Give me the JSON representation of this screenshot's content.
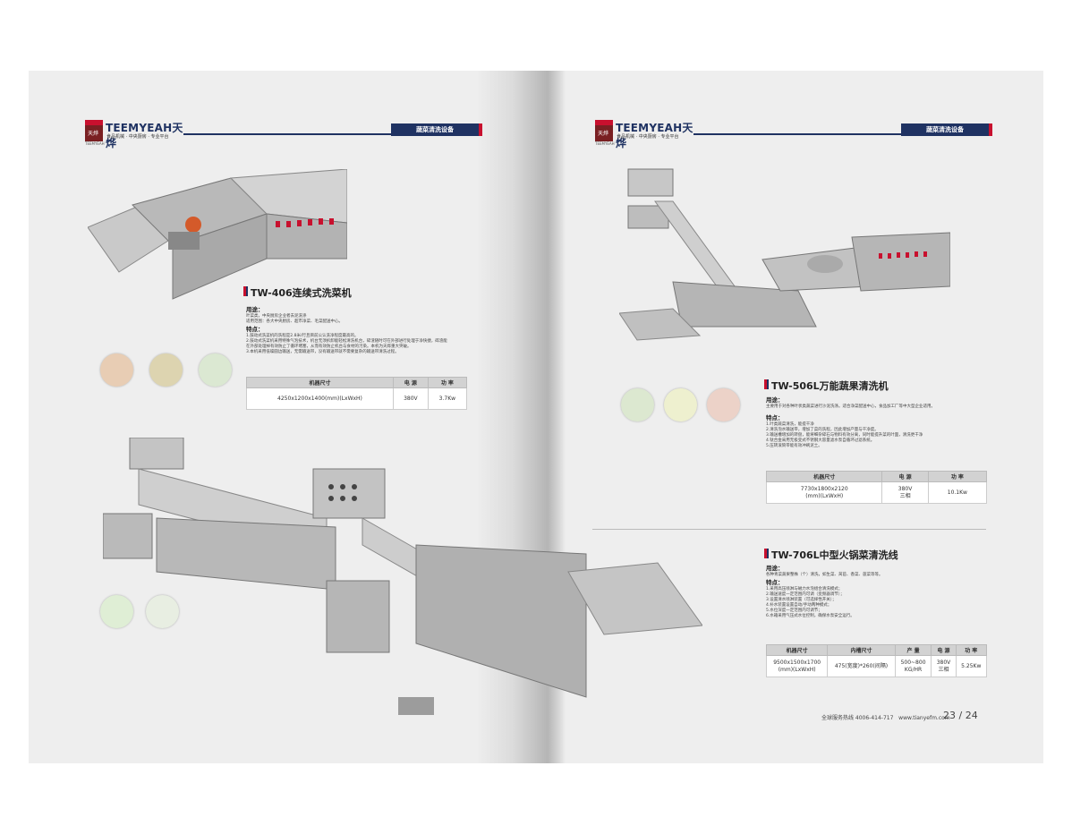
{
  "brand": {
    "name": "TEEMYEAH天烨",
    "tagline": "食品机械 · 中央厨房 · 专业平台",
    "logo_char": "天烨",
    "en": "TEEMYEAH"
  },
  "section_tag": "蔬菜清洗设备",
  "left": {
    "title": "TW-406连续式洗菜机",
    "use_h": "用途：",
    "use": [
      "叶菜类，中央厨房企业者去泥洗涤",
      "适用范围：各大中央厨房、超市净菜、毛菜配送中心。"
    ],
    "feat_h": "特点：",
    "feat": [
      "1.鼓动式洗菜机的洗程是2.8米/行且目前公认洗净程度最高的。",
      "2.鼓动式洗菜机采用特殊气泡技术，机台无须拆卸能轻松清洗机台，碎渣随时可在外部进行处理于净快捷，碎渣能",
      "   在外部处理掉有效防止了循环堵塞，从而有效防止机台与食材的污染。本机为天烨重大突破。",
      "3.本机采用低噪圆边输送，无需输送带，没有输送带就不需要复杂的输送带清洗过程。"
    ],
    "table": {
      "headers": [
        "机器尺寸",
        "电 源",
        "功 率"
      ],
      "row": [
        "4250x1200x1400(mm)(LxWxH)",
        "380V",
        "3.7Kw"
      ]
    }
  },
  "right": {
    "title": "TW-506L万能蔬果清洗机",
    "use_h": "用途：",
    "use": [
      "主要用于对各种叶状类蔬菜进行沙泥洗涤。适合净菜配送中心，食品加工厂等中大型企业适用。"
    ],
    "feat_h": "特点：",
    "feat": [
      "1.叶类蔬菜清洗，能提干净",
      "2.清洗泡水输送带，增加了菜的洗程，因此增加产量与干净度。",
      "3.输送槽增加的转盘，能将细杂碎石与物料有效分离，同时能提升菜的叶面，清洗更干净",
      "4.钛合金采用无极变式不锈钢大容量滤水泵自循环过滤系统。",
      "5.压转滚筒带能有效冲刷泥土。"
    ],
    "table": {
      "headers": [
        "机器尺寸",
        "电 源",
        "功 率"
      ],
      "row": [
        "7730x1800x2120\n(mm)(LxWxH)",
        "380V\n三相",
        "10.1Kw"
      ]
    }
  },
  "right2": {
    "title": "TW-706L中型火锅菜清洗线",
    "use_h": "用途：",
    "use": [
      "各种青菜蔬果整株（个）清洗，如生菜、莴苣、香菜、菠菜等等。"
    ],
    "feat_h": "特点：",
    "feat": [
      "1.采用高压喷淋与磁力水泡组合清洗模式；",
      "2.输送速度一定范围内可调（变频器调节）；",
      "3.设置清水喷淋装置（可选择性开关）；",
      "4.补水装置设置自动/手动两种模式；",
      "5.水位深度一定范围内可调节；",
      "6.水箱采用气压式水位控制，确保水泵安全运行。"
    ],
    "table": {
      "headers": [
        "机器尺寸",
        "内槽尺寸",
        "产 量",
        "电 源",
        "功 率"
      ],
      "row": [
        "9500x1500x1700\n(mm)(LxWxH)",
        "475(宽度)*260(间隔)",
        "500~800\nKG/HR",
        "380V\n三相",
        "5.25Kw"
      ]
    }
  },
  "footer": {
    "hotline": "全球服务热线 4006-414-717",
    "url": "www.tianyefm.com",
    "pages": "23 / 24"
  },
  "colors": {
    "navy": "#1f3262",
    "red": "#c8102e"
  }
}
